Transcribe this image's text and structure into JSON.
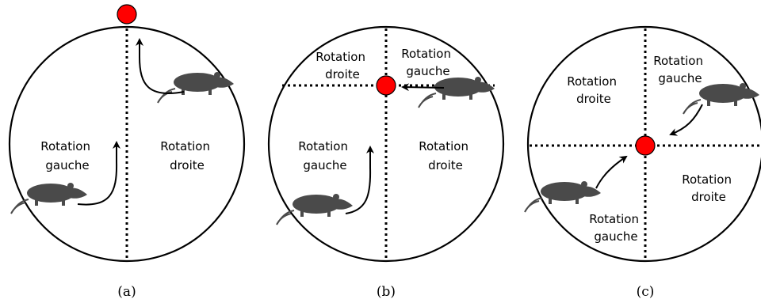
{
  "panels": [
    {
      "caption": "(a)",
      "labels": [
        {
          "line1": "Rotation",
          "line2": "gauche"
        },
        {
          "line1": "Rotation",
          "line2": "droite"
        }
      ]
    },
    {
      "caption": "(b)",
      "labels": [
        {
          "line1": "Rotation",
          "line2": "droite"
        },
        {
          "line1": "Rotation",
          "line2": "gauche"
        },
        {
          "line1": "Rotation",
          "line2": "gauche"
        },
        {
          "line1": "Rotation",
          "line2": "droite"
        }
      ]
    },
    {
      "caption": "(c)",
      "labels": [
        {
          "line1": "Rotation",
          "line2": "droite"
        },
        {
          "line1": "Rotation",
          "line2": "gauche"
        },
        {
          "line1": "Rotation",
          "line2": "droite"
        },
        {
          "line1": "Rotation",
          "line2": "gauche"
        }
      ]
    }
  ],
  "colors": {
    "goal": "#ff0000",
    "rat": "#4a4a4a"
  },
  "icons": [
    "rat-icon",
    "goal-marker",
    "arrow-icon"
  ]
}
